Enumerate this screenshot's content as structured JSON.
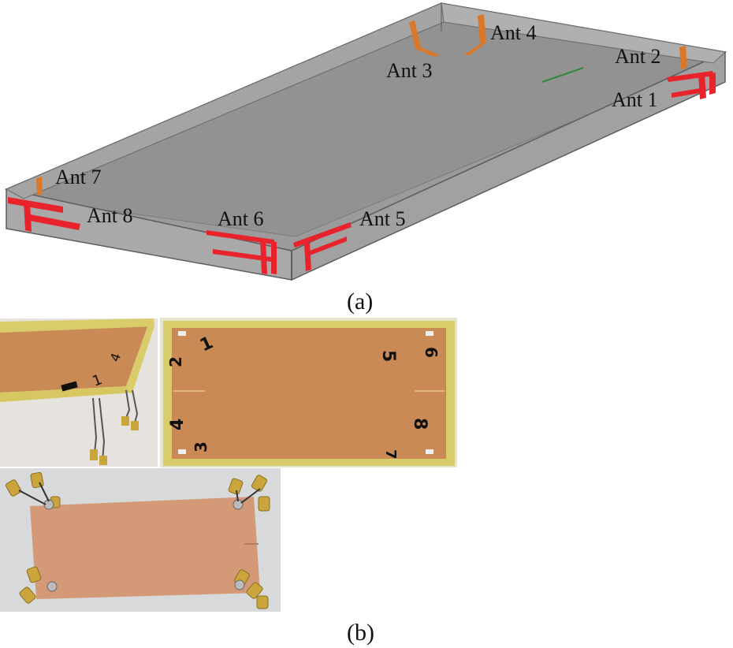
{
  "figure": {
    "panel_a": {
      "caption": "(a)",
      "antenna_labels": [
        "Ant 1",
        "Ant 2",
        "Ant 3",
        "Ant 4",
        "Ant 5",
        "Ant 6",
        "Ant 7",
        "Ant 8"
      ],
      "colors": {
        "board": "#9a9a9a",
        "frame": "#a7a7a7",
        "frame_edge": "#555555",
        "t_antenna": "#e8232b",
        "l_antenna": "#d9782a",
        "feed_line": "#2f8a3a"
      }
    },
    "panel_b": {
      "caption": "(b)",
      "photo1_markings": [
        "1",
        "4"
      ],
      "photo2_markings": [
        "1",
        "2",
        "4",
        "3",
        "5",
        "6",
        "8",
        "7"
      ],
      "colors": {
        "fr4": "#c98a55",
        "frame": "#d9cc6a",
        "copper": "#d49a78",
        "connector": "#c9a53c",
        "background": "#d8d9db"
      }
    }
  }
}
